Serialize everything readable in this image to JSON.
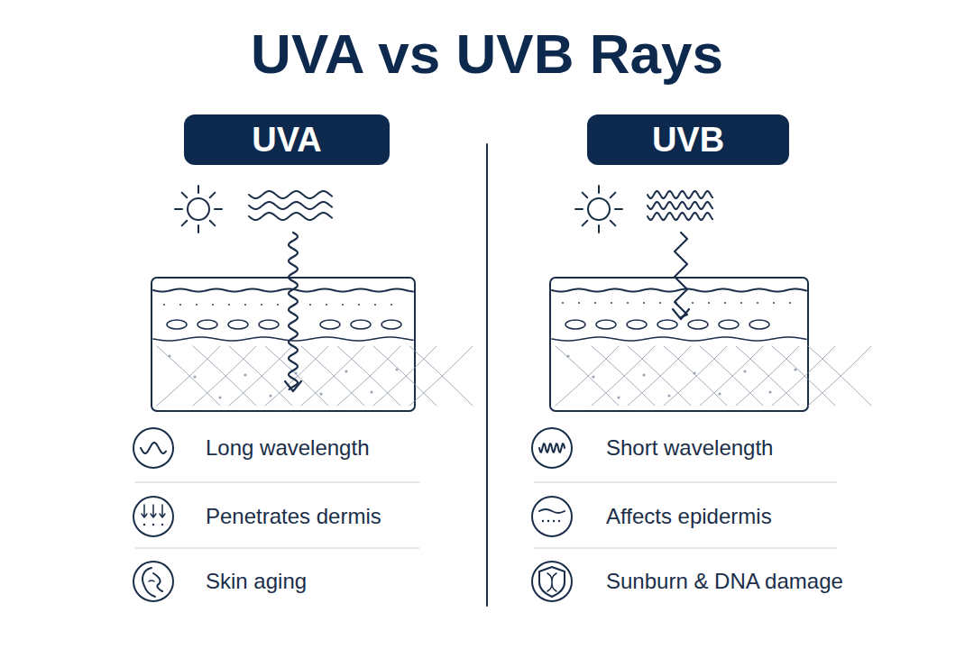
{
  "diagram": {
    "title": "UVA vs UVB Rays",
    "nodes": [
      {
        "text": [
          "UVA"
        ]
      },
      {
        "text": [
          "UVB"
        ]
      }
    ],
    "labels": [
      "Long wavelength",
      "Penetrates dermis",
      "Skin aging",
      "Short wavelength",
      "Affects epidermis",
      "Sunburn & DNA damage"
    ]
  }
}
